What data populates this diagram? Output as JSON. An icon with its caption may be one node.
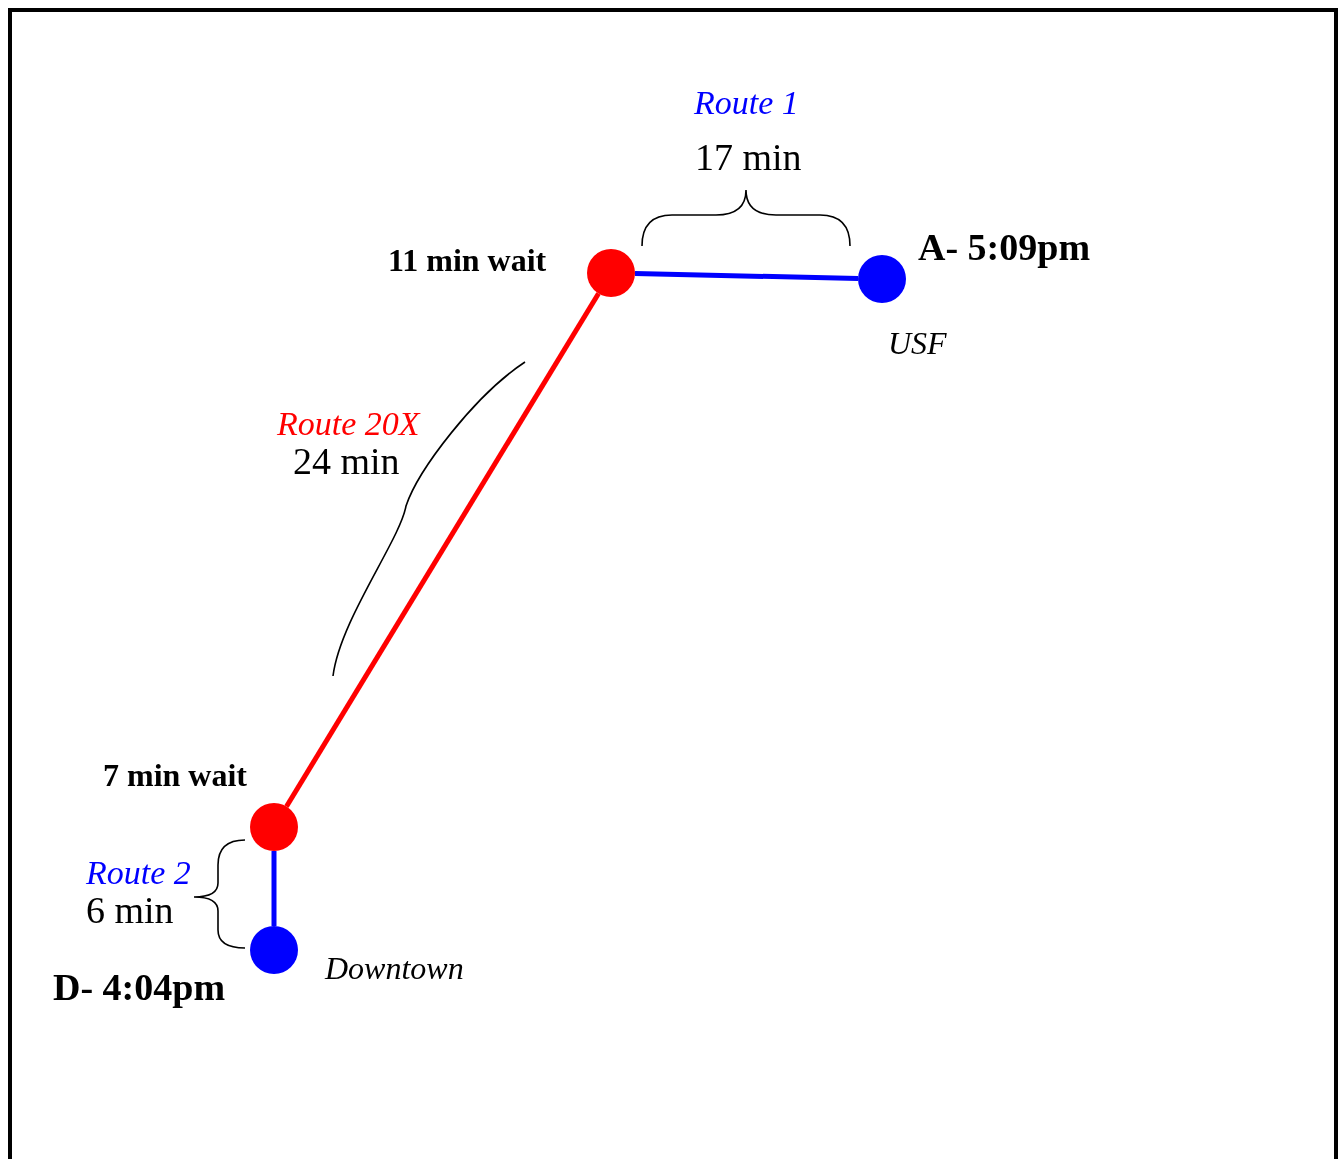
{
  "diagram": {
    "nodes": [
      {
        "text": [],
        "shape": "circle",
        "beside": [
          "D- 4:04pm",
          "Downtown"
        ]
      },
      {
        "text": [],
        "shape": "circle",
        "beside": [
          "7 min wait"
        ]
      },
      {
        "text": [],
        "shape": "circle",
        "beside": [
          "11 min wait"
        ]
      },
      {
        "text": [],
        "shape": "circle",
        "beside": [
          "A- 5:09pm",
          "USF"
        ]
      }
    ],
    "edges": [
      {
        "from": 0,
        "to": 1,
        "arrow": "none"
      },
      {
        "from": 1,
        "to": 2,
        "arrow": "none",
        "color": "#ff0000"
      },
      {
        "from": 2,
        "to": 3,
        "arrow": "none"
      }
    ],
    "labels": [
      "Route 1",
      "17 min",
      "Route 20X",
      "24 min",
      "Route 2",
      "6 min"
    ]
  }
}
